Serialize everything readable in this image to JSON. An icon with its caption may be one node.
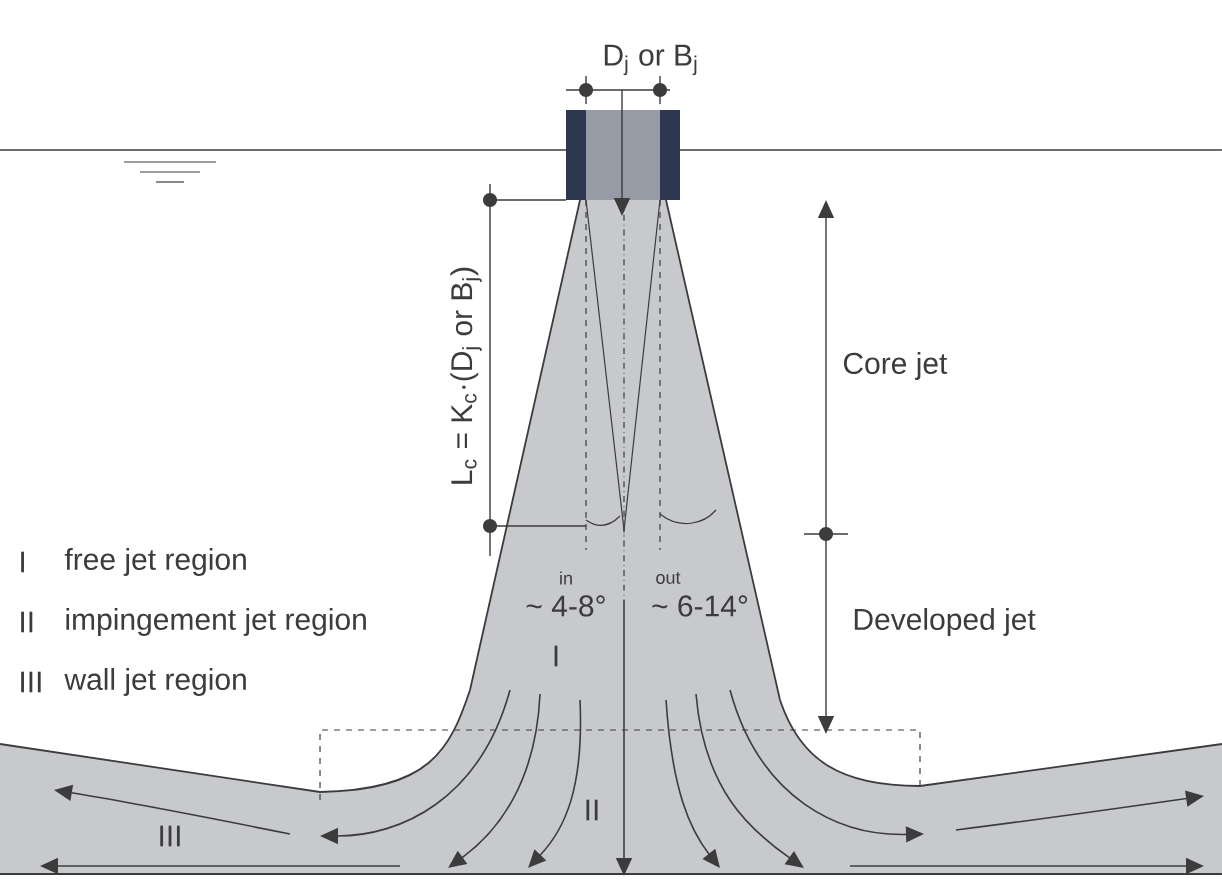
{
  "diagram": {
    "labels": [
      "D$_{j}$ or B$_{j}$",
      "L$_{c}$ = K$_{c}$·(D$_{j}$ or B$_{j}$)",
      "Core jet",
      "I",
      "free jet region",
      "II",
      "impingement jet region",
      "in",
      "out",
      "~ 4-8°",
      "~ 6-14°",
      "Developed jet",
      "III",
      "wall jet region",
      "I",
      "II",
      "III"
    ]
  }
}
